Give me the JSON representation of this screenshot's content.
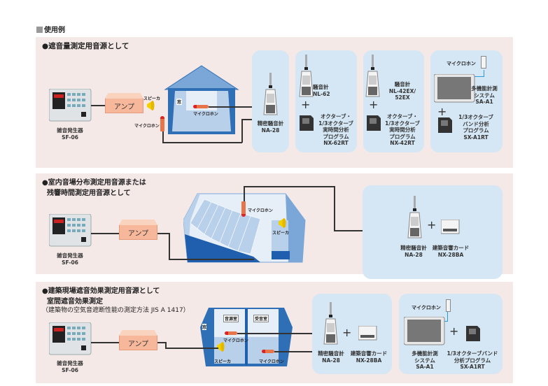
{
  "header": "使用例",
  "colors": {
    "panel": "#f5e9e7",
    "box": "#d5e6f4",
    "room": "#2f6fb5",
    "amp": "#f6b79a",
    "speaker": "#f2d000",
    "mic": "#e8744a"
  },
  "common": {
    "generator": "雑音発生器",
    "generator_model": "SF-06",
    "amp": "アンプ",
    "speaker": "スピーカ",
    "mic": "マイクロホン",
    "window": "窓",
    "plus": "+"
  },
  "s1": {
    "title": "●遮音量測定用音源として",
    "na28": "精密騒音計\nNA-28",
    "nl62": "騒音計\nNL-62",
    "nx62": "オクターブ・\n1/3オクターブ\n実時間分析\nプログラム\nNX-62RT",
    "nl42": "騒音計\nNL-42EX/\n52EX",
    "nx42": "オクターブ・\n1/3オクターブ\n実時間分析\nプログラム\nNX-42RT",
    "sa_mic": "マイクロホン",
    "sa": "多機能計測\nシステム\nSA-A1",
    "sxa1": "1/3オクターブ\nバンド分析\nプログラム\nSX-A1RT"
  },
  "s2": {
    "title": "●室内音場分布測定用音源または\n  残響時間測定用音源として",
    "na28": "精密騒音計\nNA-28",
    "card": "建築音響カード\nNX-28BA"
  },
  "s3": {
    "title": "●建築現場遮音効果測定用音源として\n  室間遮音効果測定",
    "subtitle": "（建築物の空気音遮断性能の測定方法 JIS A 1417）",
    "src_room": "音源室",
    "rcv_room": "受音室",
    "na28": "精密騒音計\nNA-28",
    "card": "建築音響カード\nNX-28BA",
    "sa_mic": "マイクロホン",
    "sa": "多機能計測\nシステム\nSA-A1",
    "sxa1": "1/3オクターブバンド\n分析プログラム\nSX-A1RT"
  }
}
